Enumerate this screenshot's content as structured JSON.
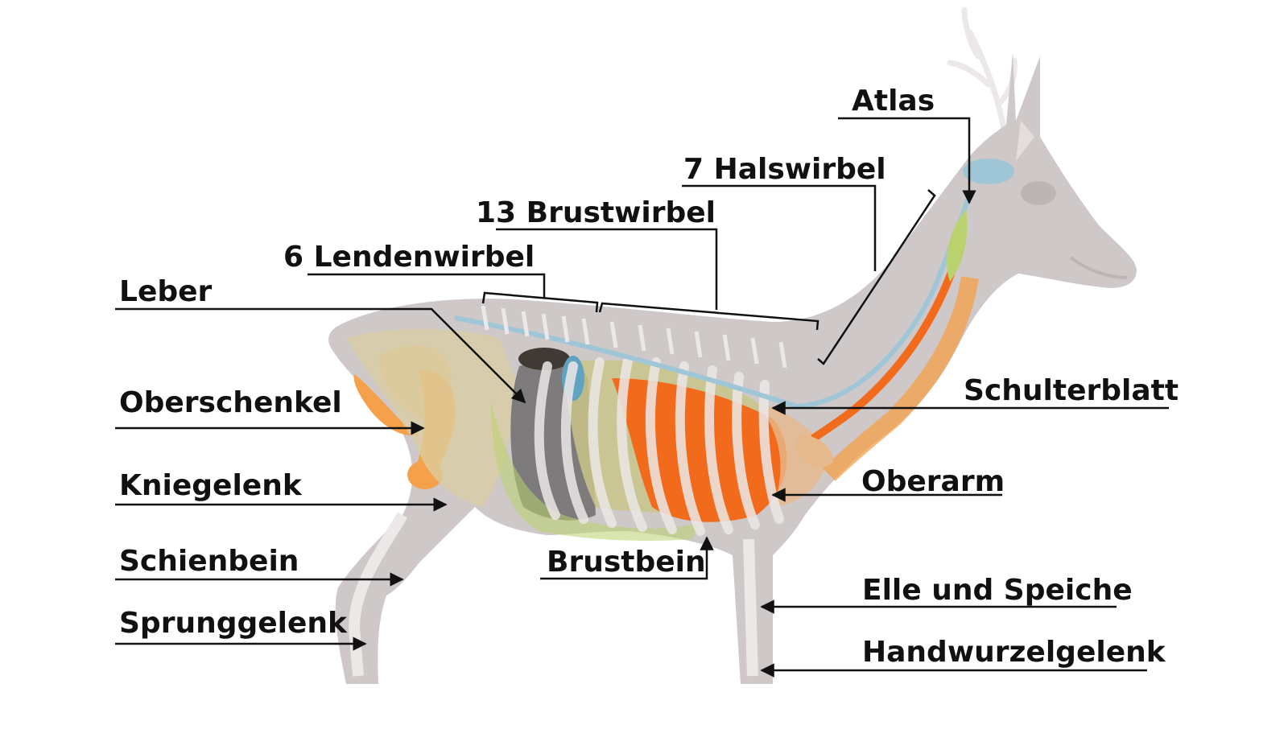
{
  "labels": {
    "atlas": "Atlas",
    "halswirbel": "7 Halswirbel",
    "brustwirbel": "13 Brustwirbel",
    "lendenwirbel": "6 Lendenwirbel",
    "leber": "Leber",
    "oberschenkel": "Oberschenkel",
    "kniegelenk": "Kniegelenk",
    "schienbein": "Schienbein",
    "sprunggelenk": "Sprunggelenk",
    "schulterblatt": "Schulterblatt",
    "oberarm": "Oberarm",
    "brustbein": "Brustbein",
    "elle_speiche": "Elle und Speiche",
    "handwurzelgelenk": "Handwurzelgelenk"
  },
  "colors": {
    "body": "#cfc8c8",
    "bone": "#ece8e7",
    "organ_orange": "#f26b1d",
    "organ_light_orange": "#f5a04a",
    "organ_tan": "#e6b98c",
    "organ_grey": "#7d7b7b",
    "organ_olive": "#c8c58a",
    "spine_blue": "#9fc6d6",
    "organ_blue": "#5fa3c0",
    "organ_green": "#b9d26e",
    "organ_dark": "#3f3a33",
    "line": "#111111"
  }
}
